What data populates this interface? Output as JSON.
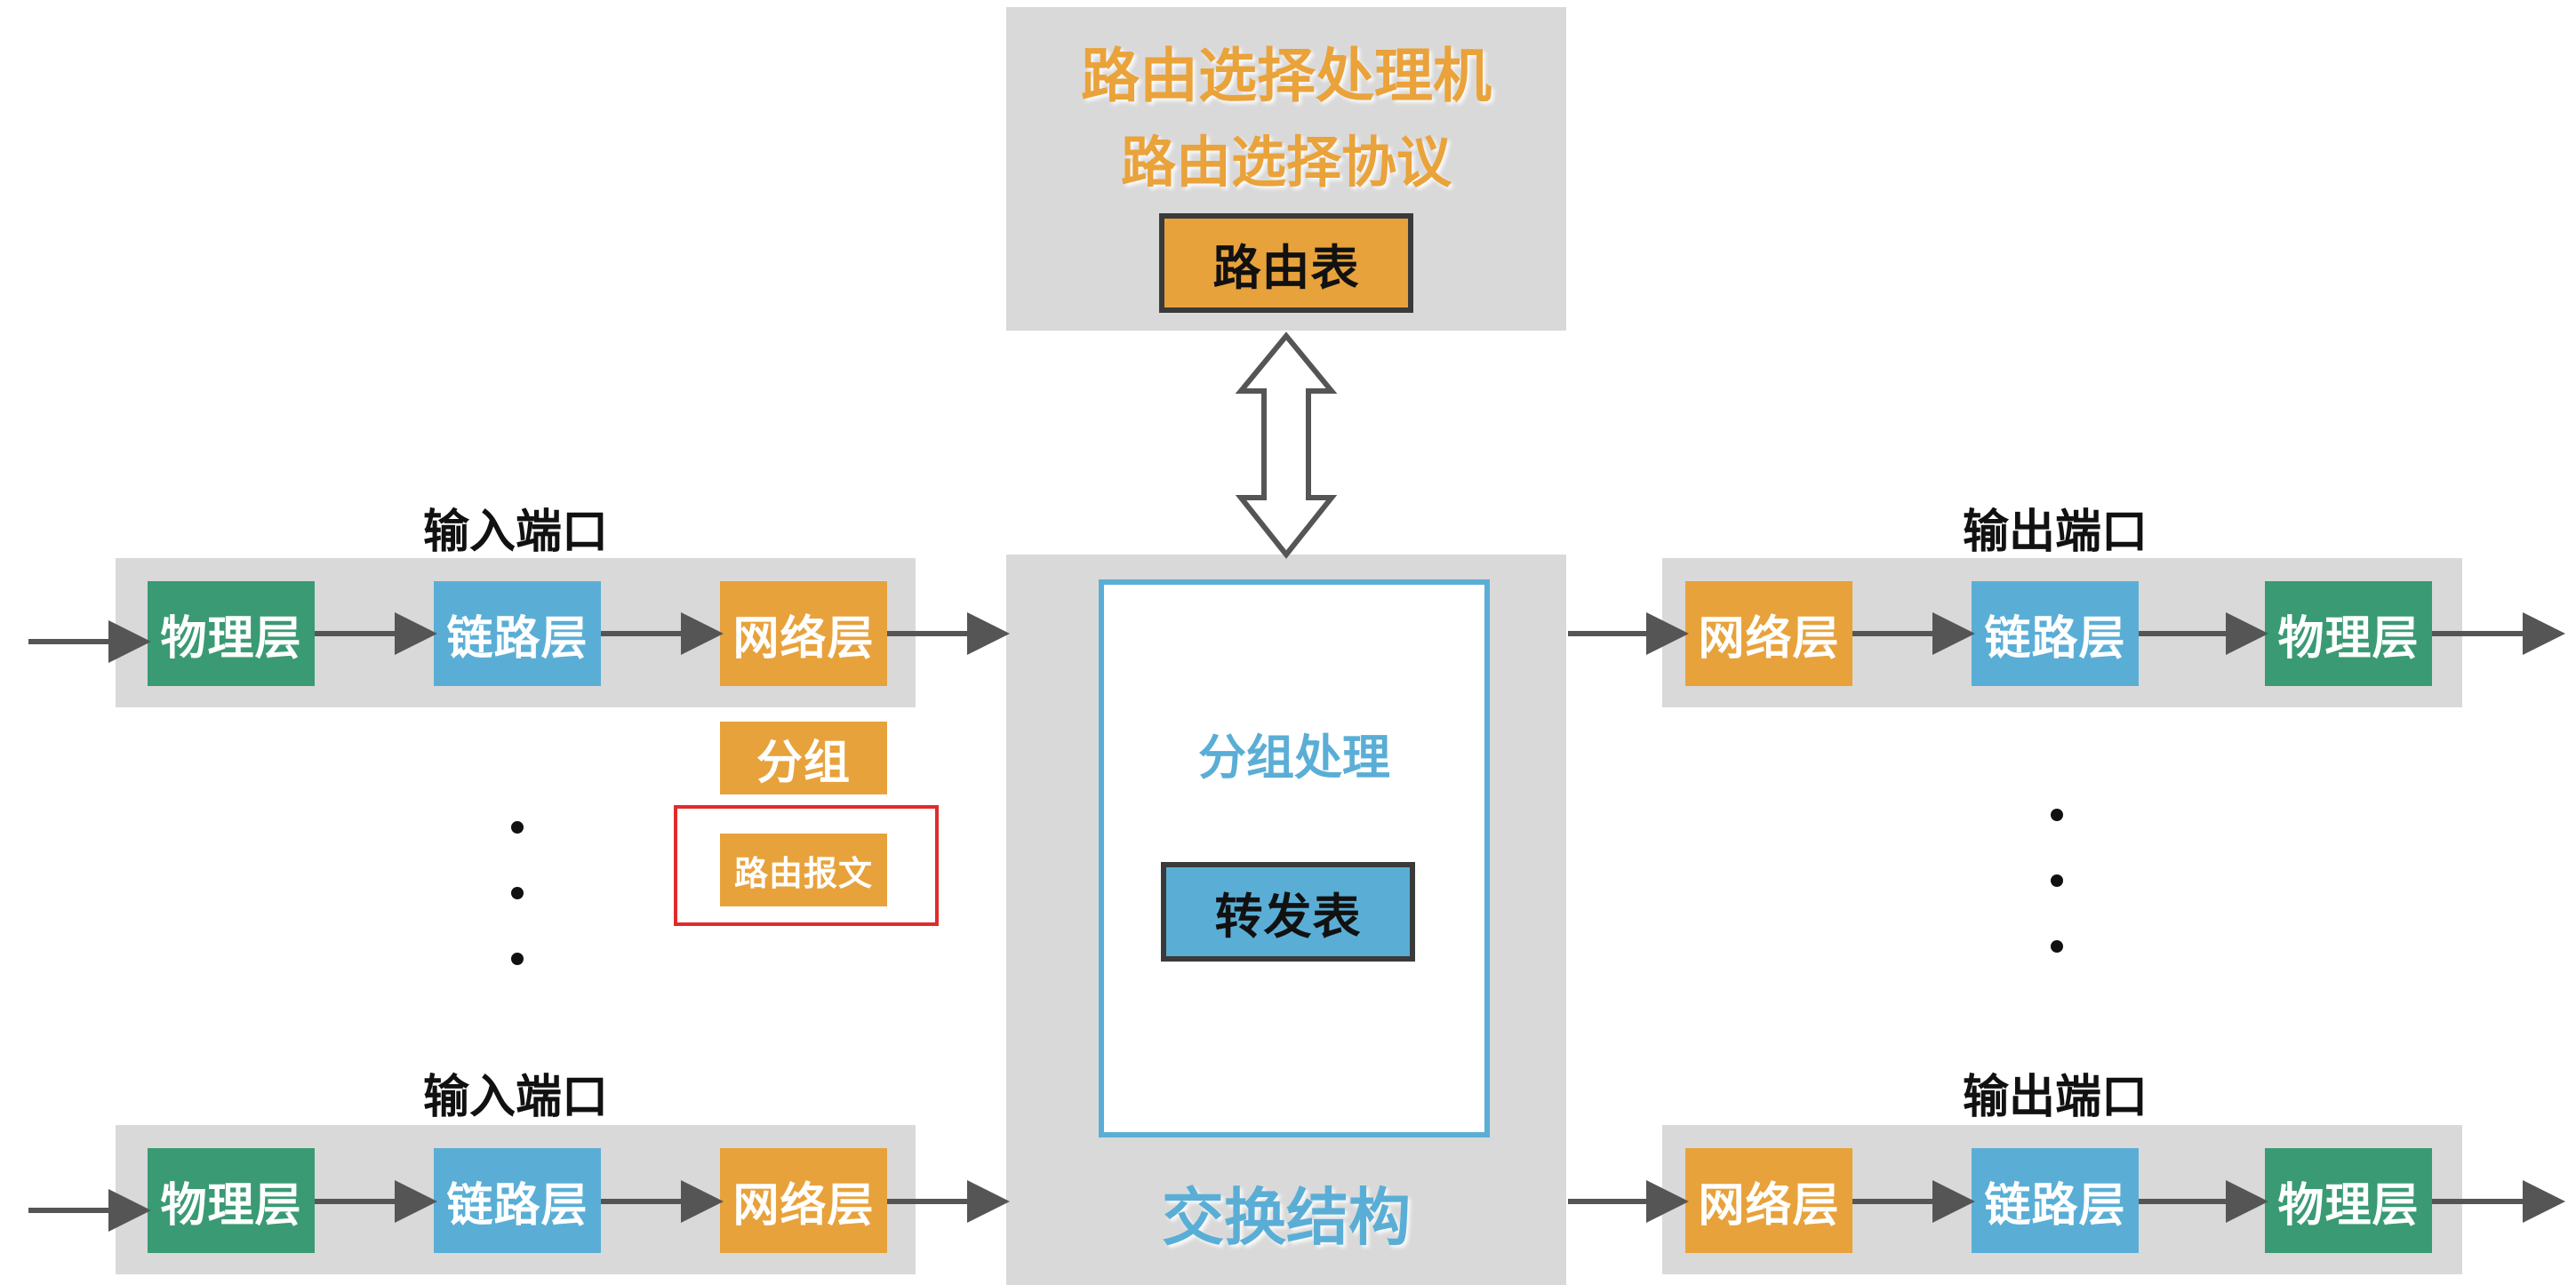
{
  "colors": {
    "physical": "#3a9a73",
    "link": "#5aaed6",
    "network": "#e8a23b",
    "panel": "#d9d9d9",
    "highlight": "#e02b2b"
  },
  "routing_processor": {
    "title": "路由选择处理机",
    "subtitle": "路由选择协议",
    "table_label": "路由表"
  },
  "switch_fabric": {
    "processing_label": "分组处理",
    "forwarding_table_label": "转发表",
    "title": "交换结构"
  },
  "input_ports": [
    {
      "title": "输入端口",
      "layers": [
        "物理层",
        "链路层",
        "网络层"
      ]
    },
    {
      "title": "输入端口",
      "layers": [
        "物理层",
        "链路层",
        "网络层"
      ]
    }
  ],
  "output_ports": [
    {
      "title": "输出端口",
      "layers": [
        "网络层",
        "链路层",
        "物理层"
      ]
    },
    {
      "title": "输出端口",
      "layers": [
        "网络层",
        "链路层",
        "物理层"
      ]
    }
  ],
  "packet_label": "分组",
  "routing_message_label": "路由报文"
}
